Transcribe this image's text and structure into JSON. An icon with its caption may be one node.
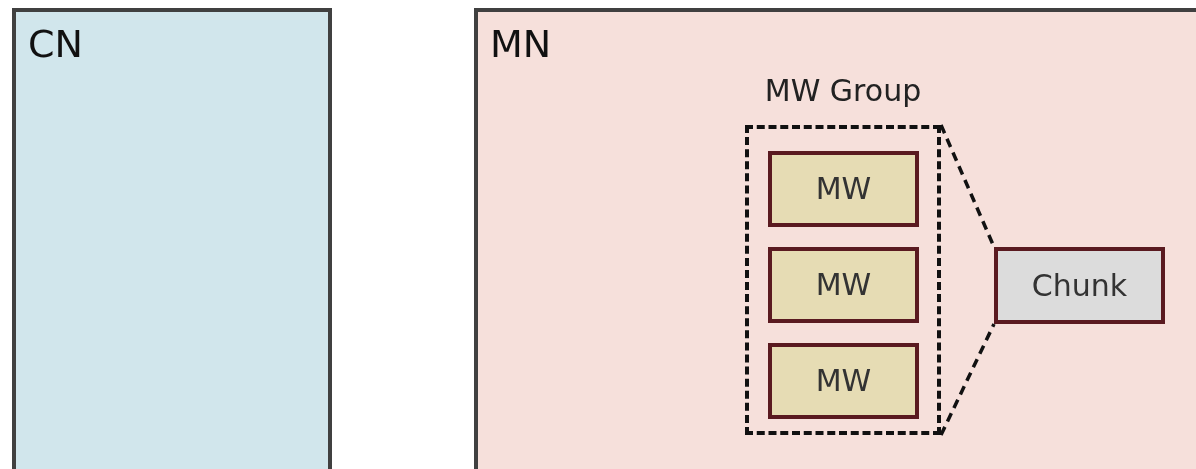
{
  "diagram": {
    "nodes": [
      {
        "text": [
          "CN"
        ]
      },
      {
        "text": [
          "MN"
        ]
      },
      {
        "text": [
          "MW Group"
        ],
        "in": 1
      },
      {
        "text": [
          "MW"
        ],
        "in": 2
      },
      {
        "text": [
          "MW"
        ],
        "in": 2
      },
      {
        "text": [
          "MW"
        ],
        "in": 2
      },
      {
        "text": [
          "Chunk"
        ],
        "in": 1
      }
    ],
    "edges": [
      {
        "from": 2,
        "to": 6,
        "arrow": "none",
        "style": "dashed"
      },
      {
        "from": 2,
        "to": 6,
        "arrow": "none",
        "style": "dashed"
      }
    ]
  }
}
